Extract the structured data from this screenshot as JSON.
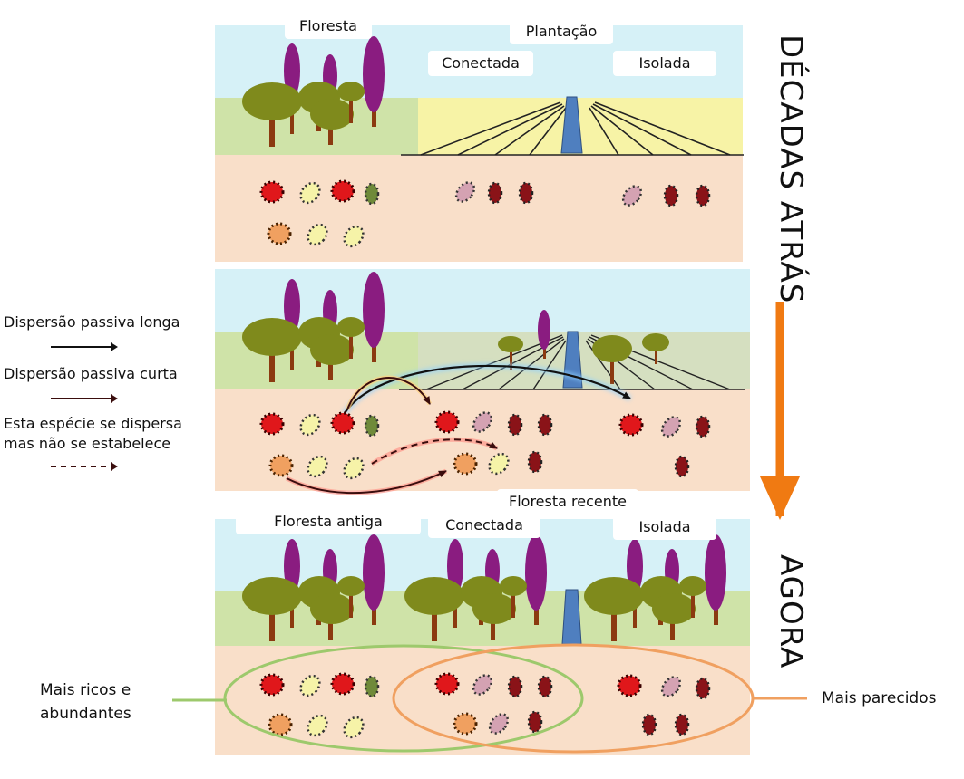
{
  "top_panel": {
    "forest_label": "Floresta",
    "plantation_label": "Plantação",
    "connected_label": "Conectada",
    "isolated_label": "Isolada"
  },
  "middle_panel": {
    "legend": {
      "long_passive": "Dispersão passiva longa",
      "short_passive": "Dispersão passiva curta",
      "no_establish_line1": "Esta espécie se dispersa",
      "no_establish_line2": "mas não se estabelece"
    }
  },
  "bottom_panel": {
    "recent_forest_label": "Floresta recente",
    "old_forest_label": "Floresta antiga",
    "connected_label": "Conectada",
    "isolated_label": "Isolada",
    "richer_line1": "Mais ricos e",
    "richer_line2": "abundantes",
    "similar_label": "Mais parecidos"
  },
  "timeline": {
    "past_label": "DÉCADAS ATRÁS",
    "now_label": "AGORA"
  },
  "colors": {
    "sky": "#d6f1f7",
    "grass": "#cfe3a8",
    "field": "#f7f3a6",
    "soil": "#f9dfc9",
    "canopy": "#7f8a1c",
    "trunk": "#8b3a10",
    "cypress": "#8a1c80",
    "stream": "#4f7fbf",
    "orange_arrow": "#f07a12",
    "green_ellipse": "#9dc96c",
    "orange_ellipse": "#f0a060"
  }
}
